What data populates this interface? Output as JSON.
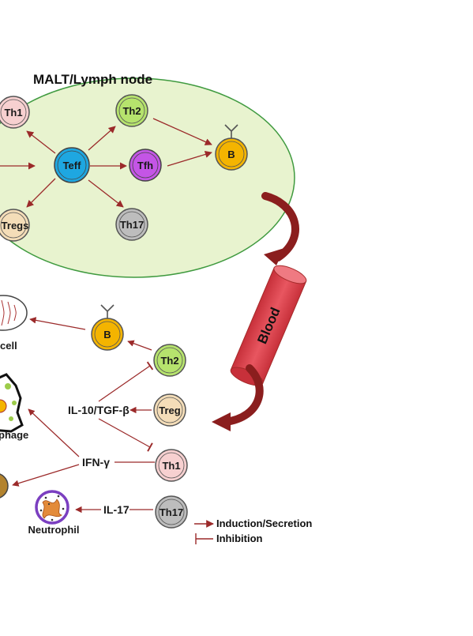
{
  "region_title": "MALT/Lymph node",
  "vessel_label": "Blood",
  "cells": {
    "th1_top": "Th1",
    "th2_top": "Th2",
    "teff": "Teff",
    "tfh": "Tfh",
    "b_top": "B",
    "tregs": "Tregs",
    "th17_top": "Th17",
    "b_bottom": "B",
    "th2_bottom": "Th2",
    "treg": "Treg",
    "th1_bottom": "Th1",
    "th17_bottom": "Th17"
  },
  "cytokines": {
    "il10_tgf": "IL-10/TGF-β",
    "ifn": "IFN-γ",
    "il17": "IL-17"
  },
  "targets": {
    "plasma_cell_partial": "cell",
    "macrophage_partial": "phage",
    "neutrophil": "Neutrophil"
  },
  "legend": {
    "induction": "Induction/Secretion",
    "inhibition": "Inhibition"
  },
  "colors": {
    "node_fill": "#e8f3cf",
    "node_stroke": "#3f9a3f",
    "arrow": "#9b2a2a",
    "th1": "#f7d0d0",
    "th2": "#b6e36d",
    "teff": "#1ea7e1",
    "tfh": "#c455e6",
    "b": "#f4b400",
    "tregs": "#f4ddb8",
    "th17": "#bdbdbd",
    "vessel": "#e0464f",
    "neutrophil": "#8a4fc7"
  }
}
